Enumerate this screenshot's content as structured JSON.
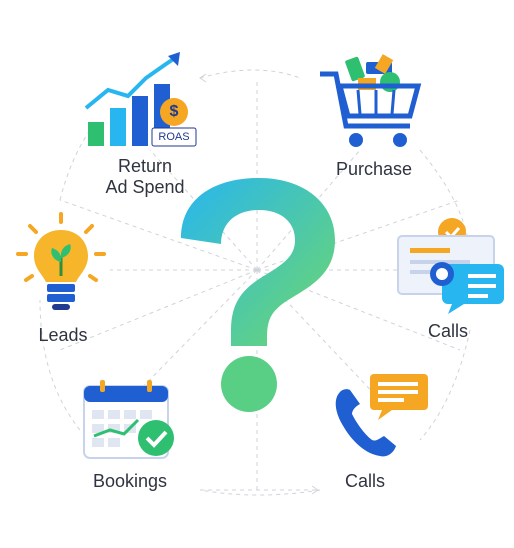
{
  "center": {
    "symbol": "?"
  },
  "items": [
    {
      "id": "roas",
      "label_line1": "Return",
      "label_line2": "Ad Spend",
      "badge_text": "ROAS",
      "coin_symbol": "$",
      "icon": "growth-chart-icon"
    },
    {
      "id": "purchase",
      "label": "Purchase",
      "icon": "shopping-cart-icon"
    },
    {
      "id": "leads",
      "label": "Leads",
      "icon": "lightbulb-icon"
    },
    {
      "id": "calls-chat",
      "label": "Calls",
      "icon": "chat-certificate-icon"
    },
    {
      "id": "bookings",
      "label": "Bookings",
      "icon": "calendar-check-icon"
    },
    {
      "id": "calls-phone",
      "label": "Calls",
      "icon": "phone-icon"
    }
  ],
  "colors": {
    "text": "#2f3440",
    "gradient_start": "#27b6f0",
    "gradient_end": "#6fd86a",
    "blue": "#1f5fd1",
    "green": "#2fbf71",
    "orange": "#f5a623",
    "line": "#c9ccd2"
  }
}
